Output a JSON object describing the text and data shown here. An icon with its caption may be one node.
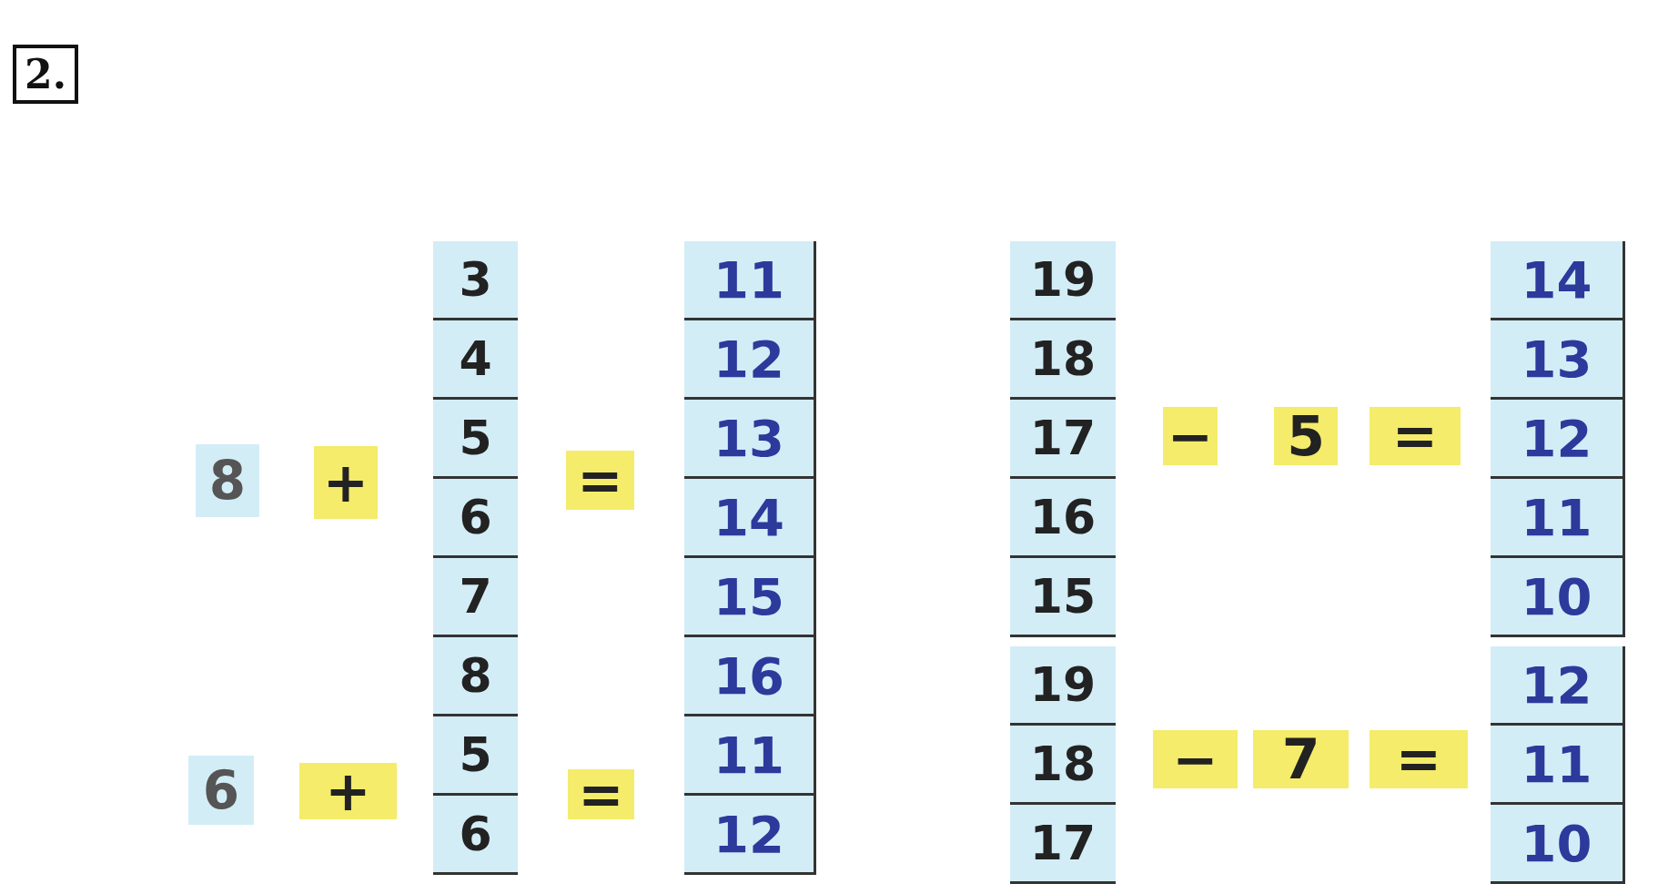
{
  "diagram": {
    "labels": [
      "2.",
      "8",
      "+",
      "=",
      "3",
      "4",
      "5",
      "6",
      "7",
      "8",
      "11",
      "12",
      "13",
      "14",
      "15",
      "16",
      "6",
      "+",
      "=",
      "5",
      "6",
      "11",
      "12",
      "19",
      "18",
      "17",
      "16",
      "15",
      "−",
      "5",
      "=",
      "14",
      "13",
      "12",
      "11",
      "10",
      "19",
      "18",
      "17",
      "−",
      "7",
      "=",
      "12",
      "11",
      "10"
    ]
  }
}
